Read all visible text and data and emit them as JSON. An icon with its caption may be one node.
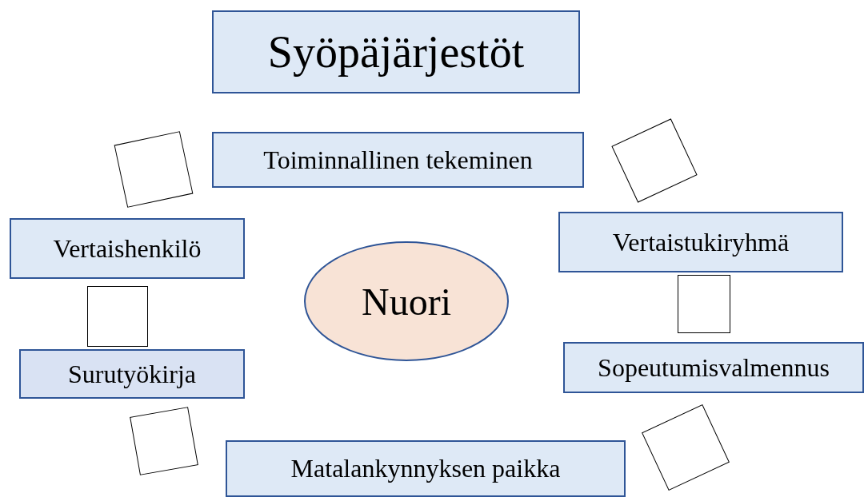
{
  "diagram": {
    "nodes": [
      {
        "text": [
          "Syöpäjärjestöt"
        ]
      },
      {
        "text": [],
        "shape": "box"
      },
      {
        "text": [
          "Toiminnallinen tekeminen"
        ]
      },
      {
        "text": [],
        "shape": "box"
      },
      {
        "text": [
          "Vertaishenkilö"
        ]
      },
      {
        "text": [
          "Vertaistukiryhmä"
        ]
      },
      {
        "text": [
          "Nuori"
        ]
      },
      {
        "text": [],
        "shape": "box"
      },
      {
        "text": [],
        "shape": "box"
      },
      {
        "text": [
          "Surutyökirja"
        ]
      },
      {
        "text": [
          "Sopeutumisvalmennus"
        ]
      },
      {
        "text": [],
        "shape": "box"
      },
      {
        "text": [],
        "shape": "box"
      },
      {
        "text": [
          "Matalankynnyksen paikka"
        ]
      }
    ]
  }
}
